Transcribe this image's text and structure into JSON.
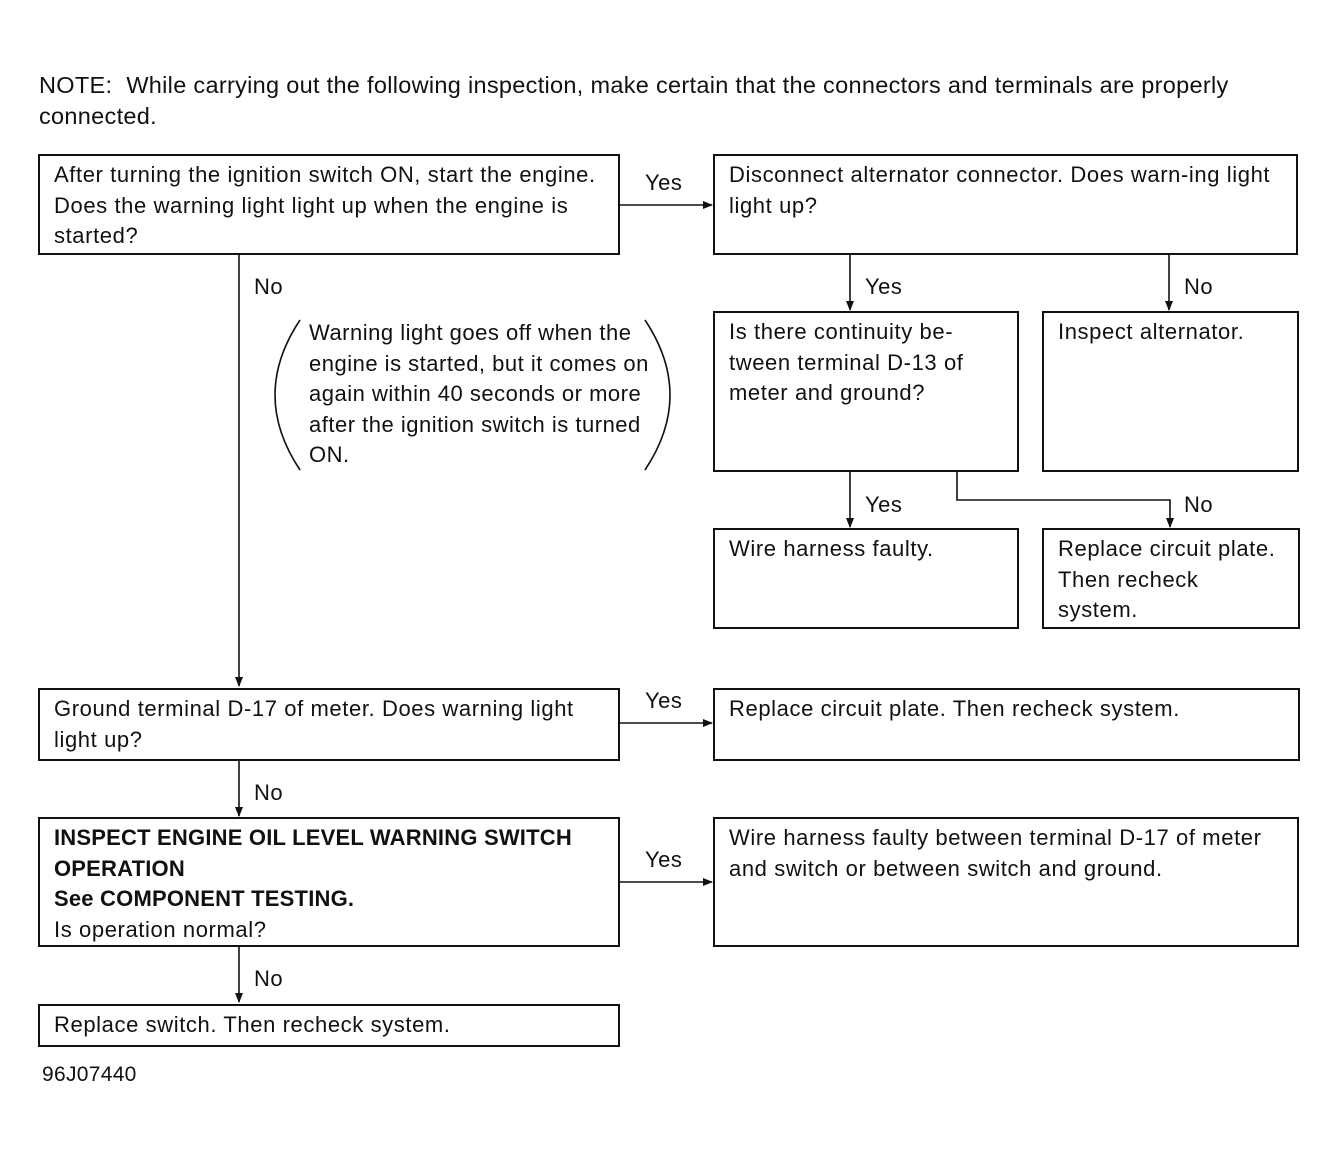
{
  "note": {
    "label": "NOTE:",
    "text": "While carrying out the following inspection, make certain that the connectors and terminals are properly connected."
  },
  "boxes": {
    "start": "After turning the ignition switch ON, start the engine. Does the warning light light up when the engine is started?",
    "disconnect": "Disconnect alternator connector. Does warn-ing light light up?",
    "continuity": "Is there continuity be-tween terminal D-13 of meter and ground?",
    "inspect_alt": "Inspect alternator.",
    "wire_faulty": "Wire harness faulty.",
    "replace_plate_1": "Replace circuit plate. Then recheck system.",
    "ground_d17": "Ground terminal D-17 of meter. Does warning light light up?",
    "replace_plate_2": "Replace circuit plate. Then recheck system.",
    "inspect_oil_title": "INSPECT ENGINE OIL LEVEL WARNING SWITCH OPERATION",
    "inspect_oil_see": "See COMPONENT TESTING.",
    "inspect_oil_q": "Is operation normal?",
    "wire_faulty_d17": "Wire harness faulty between terminal D-17 of meter and switch or between switch and ground.",
    "replace_switch": "Replace switch. Then recheck system."
  },
  "aside": "Warning light goes off when the engine is started, but it comes on again within 40 seconds or more after the ignition switch is turned ON.",
  "labels": {
    "yes_start": "Yes",
    "no_start": "No",
    "yes_disconnect": "Yes",
    "no_disconnect": "No",
    "yes_continuity": "Yes",
    "no_continuity": "No",
    "yes_ground": "Yes",
    "no_ground": "No",
    "yes_oil": "Yes",
    "no_oil": "No"
  },
  "figure_id": "96J07440"
}
